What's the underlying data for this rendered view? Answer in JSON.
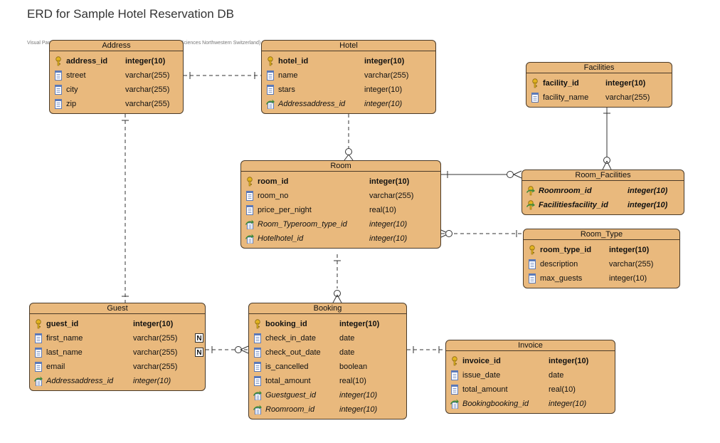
{
  "title": "ERD for Sample Hotel Reservation DB",
  "watermark": "Visual Paradigm Enterprise (Hochschule FHNW University of Applied Sciences Northwestern Switzerland)",
  "colors": {
    "entity_fill": "#e9b97d",
    "entity_border": "#4a3a28",
    "line": "#333333",
    "key_icon": "#e3b420",
    "column_icon": "#5b79b8",
    "fk_arrow": "#3e8a3a"
  },
  "entities": {
    "address": {
      "name": "Address",
      "columns": [
        {
          "name": "address_id",
          "type": "integer(10)",
          "kind": "pk"
        },
        {
          "name": "street",
          "type": "varchar(255)",
          "kind": "col"
        },
        {
          "name": "city",
          "type": "varchar(255)",
          "kind": "col"
        },
        {
          "name": "zip",
          "type": "varchar(255)",
          "kind": "col"
        }
      ]
    },
    "hotel": {
      "name": "Hotel",
      "columns": [
        {
          "name": "hotel_id",
          "type": "integer(10)",
          "kind": "pk"
        },
        {
          "name": "name",
          "type": "varchar(255)",
          "kind": "col"
        },
        {
          "name": "stars",
          "type": "integer(10)",
          "kind": "col"
        },
        {
          "name": "Addressaddress_id",
          "type": "integer(10)",
          "kind": "fk"
        }
      ]
    },
    "facilities": {
      "name": "Facilities",
      "columns": [
        {
          "name": "facility_id",
          "type": "integer(10)",
          "kind": "pk"
        },
        {
          "name": "facility_name",
          "type": "varchar(255)",
          "kind": "col"
        }
      ]
    },
    "room": {
      "name": "Room",
      "columns": [
        {
          "name": "room_id",
          "type": "integer(10)",
          "kind": "pk"
        },
        {
          "name": "room_no",
          "type": "varchar(255)",
          "kind": "col"
        },
        {
          "name": "price_per_night",
          "type": "real(10)",
          "kind": "col"
        },
        {
          "name": "Room_Typeroom_type_id",
          "type": "integer(10)",
          "kind": "fk"
        },
        {
          "name": "Hotelhotel_id",
          "type": "integer(10)",
          "kind": "fk"
        }
      ]
    },
    "room_facilities": {
      "name": "Room_Facilities",
      "columns": [
        {
          "name": "Roomroom_id",
          "type": "integer(10)",
          "kind": "pkfk"
        },
        {
          "name": "Facilitiesfacility_id",
          "type": "integer(10)",
          "kind": "pkfk"
        }
      ]
    },
    "room_type": {
      "name": "Room_Type",
      "columns": [
        {
          "name": "room_type_id",
          "type": "integer(10)",
          "kind": "pk"
        },
        {
          "name": "description",
          "type": "varchar(255)",
          "kind": "col"
        },
        {
          "name": "max_guests",
          "type": "integer(10)",
          "kind": "col"
        }
      ]
    },
    "guest": {
      "name": "Guest",
      "columns": [
        {
          "name": "guest_id",
          "type": "integer(10)",
          "kind": "pk"
        },
        {
          "name": "first_name",
          "type": "varchar(255)",
          "kind": "col",
          "nullable": "N"
        },
        {
          "name": "last_name",
          "type": "varchar(255)",
          "kind": "col",
          "nullable": "N"
        },
        {
          "name": "email",
          "type": "varchar(255)",
          "kind": "col"
        },
        {
          "name": "Addressaddress_id",
          "type": "integer(10)",
          "kind": "fk"
        }
      ]
    },
    "booking": {
      "name": "Booking",
      "columns": [
        {
          "name": "booking_id",
          "type": "integer(10)",
          "kind": "pk"
        },
        {
          "name": "check_in_date",
          "type": "date",
          "kind": "col"
        },
        {
          "name": "check_out_date",
          "type": "date",
          "kind": "col"
        },
        {
          "name": "is_cancelled",
          "type": "boolean",
          "kind": "col"
        },
        {
          "name": "total_amount",
          "type": "real(10)",
          "kind": "col"
        },
        {
          "name": "Guestguest_id",
          "type": "integer(10)",
          "kind": "fk"
        },
        {
          "name": "Roomroom_id",
          "type": "integer(10)",
          "kind": "fk"
        }
      ]
    },
    "invoice": {
      "name": "Invoice",
      "columns": [
        {
          "name": "invoice_id",
          "type": "integer(10)",
          "kind": "pk"
        },
        {
          "name": "issue_date",
          "type": "date",
          "kind": "col"
        },
        {
          "name": "total_amount",
          "type": "real(10)",
          "kind": "col"
        },
        {
          "name": "Bookingbooking_id",
          "type": "integer(10)",
          "kind": "fk"
        }
      ]
    }
  },
  "relationships": [
    {
      "from": "Address",
      "to": "Hotel",
      "from_end": "one",
      "to_end": "one",
      "line": "dashed"
    },
    {
      "from": "Address",
      "to": "Guest",
      "from_end": "one",
      "to_end": "one",
      "line": "dashed"
    },
    {
      "from": "Hotel",
      "to": "Room",
      "from_end": "none",
      "to_end": "zero-or-one",
      "line": "dashed"
    },
    {
      "from": "Facilities",
      "to": "Room_Facilities",
      "from_end": "one",
      "to_end": "zero-or-one",
      "line": "solid"
    },
    {
      "from": "Room",
      "to": "Room_Facilities",
      "from_end": "one",
      "to_end": "zero-or-many",
      "line": "solid"
    },
    {
      "from": "Room",
      "to": "Room_Type",
      "from_end": "zero-or-many",
      "to_end": "one",
      "line": "dashed"
    },
    {
      "from": "Room",
      "to": "Booking",
      "from_end": "one",
      "to_end": "zero-or-one",
      "line": "dashed"
    },
    {
      "from": "Guest",
      "to": "Booking",
      "from_end": "one",
      "to_end": "zero-or-many",
      "line": "dashed"
    },
    {
      "from": "Booking",
      "to": "Invoice",
      "from_end": "one",
      "to_end": "one",
      "line": "dashed"
    }
  ]
}
